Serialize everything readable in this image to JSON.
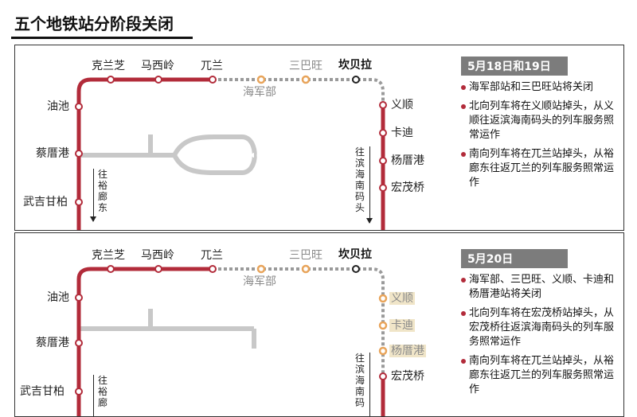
{
  "title": "五个地铁站分阶段关闭",
  "panels": [
    {
      "stations_top": [
        "克兰芝",
        "马西岭",
        "兀兰"
      ],
      "closed_top": [
        "三巴旺"
      ],
      "closed_below": "海军部",
      "terminal": "坎贝拉",
      "left_stations": [
        "油池",
        "蔡厝港",
        "武吉甘柏"
      ],
      "right_stations": [
        "义顺",
        "卡迪",
        "杨厝港",
        "宏茂桥"
      ],
      "dir_left": "往裕廊东",
      "dir_right": "往滨海南码头",
      "date": "5月18日和19日",
      "notes": [
        "海军部站和三巴旺站将关闭",
        "北向列车将在义顺站掉头，从义顺往返滨海南码头的列车服务照常运作",
        "南向列车将在兀兰站掉头，从裕廊东往返兀兰的列车服务照常运作"
      ]
    },
    {
      "stations_top": [
        "克兰芝",
        "马西岭",
        "兀兰"
      ],
      "closed_top": [
        "三巴旺"
      ],
      "closed_below": "海军部",
      "terminal": "坎贝拉",
      "left_stations": [
        "油池",
        "蔡厝港",
        "武吉甘柏"
      ],
      "right_closed": [
        "义顺",
        "卡迪",
        "杨厝港"
      ],
      "right_open": [
        "宏茂桥"
      ],
      "dir_left": "往裕廊",
      "dir_right": "往滨海南码",
      "date": "5月20日",
      "notes": [
        "海军部、三巴旺、义顺、卡迪和杨厝港站将关闭",
        "北向列车将在宏茂桥站掉头，从宏茂桥往返滨海南码头的列车服务照常运作",
        "南向列车将在兀兰站掉头，从裕廊东往返兀兰的列车服务照常运作"
      ]
    }
  ],
  "colors": {
    "line_red": "#b22b3a",
    "closed_gray": "#9a9a9a",
    "station_orange": "#e8a45a",
    "depot": "#c8c8c8"
  }
}
